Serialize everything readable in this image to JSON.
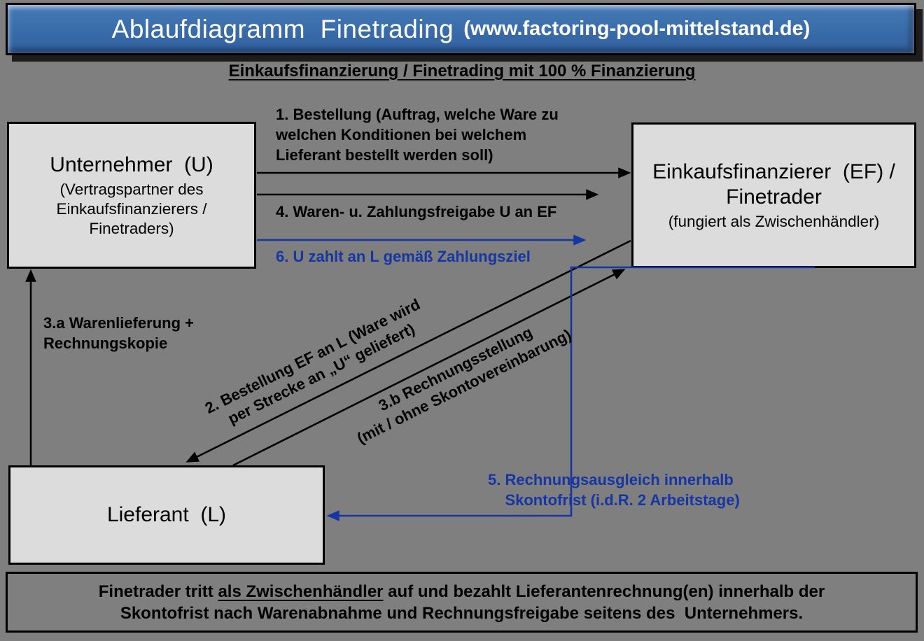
{
  "header": {
    "title": "Ablaufdiagramm  Finetrading",
    "url": "(www.factoring-pool-mittelstand.de)"
  },
  "subtitle": "Einkaufsfinanzierung / Finetrading mit 100 % Finanzierung",
  "nodes": {
    "unternehmer": {
      "title": "Unternehmer  (U)",
      "subtitle": "(Vertragspartner des\nEinkaufsfinanzierers /\nFinetraders)"
    },
    "einkaufsfinanzierer": {
      "title": "Einkaufsfinanzierer  (EF) /\nFinetrader",
      "subtitle": "(fungiert als Zwischenhändler)"
    },
    "lieferant": {
      "title": "Lieferant  (L)"
    }
  },
  "flows": {
    "step1": "1. Bestellung (Auftrag, welche Ware zu\nwelchen Konditionen bei welchem\nLieferant bestellt werden soll)",
    "step2": "2. Bestellung EF an L (Ware wird\nper Strecke an „U“ geliefert)",
    "step3a": "3.a Warenlieferung +\nRechnungskopie",
    "step3b": "3.b Rechnungsstellung\n(mit / ohne Skontovereinbarung)",
    "step4": "4. Waren- u. Zahlungsfreigabe U an EF",
    "step5": "5. Rechnungsausgleich innerhalb\n    Skontofrist (i.d.R. 2 Arbeitstage)",
    "step6": "6. U zahlt an L gemäß Zahlungsziel"
  },
  "footer": {
    "line1_prefix": "Finetrader tritt ",
    "line1_underlined": "als Zwischenhändler",
    "line1_suffix": " auf und bezahlt Lieferantenrechnung(en) innerhalb der",
    "line2": "Skontofrist nach Warenabnahme und Rechnungsfreigabe seitens des  Unternehmers."
  },
  "colors": {
    "background": "#7f7f7f",
    "box_fill": "#dcdcdc",
    "titlebar_blue": "#3a6dab",
    "accent_blue": "#1636a3",
    "line_black": "#000000"
  }
}
